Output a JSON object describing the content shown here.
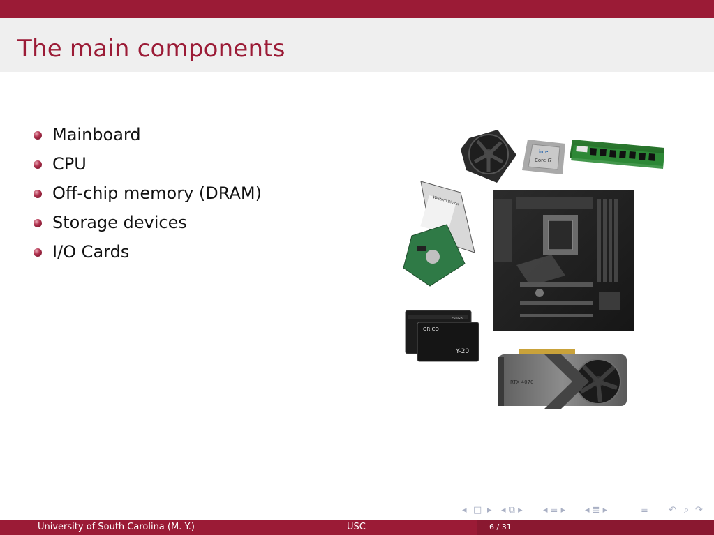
{
  "slide": {
    "title": "The main components",
    "bullets": [
      "Mainboard",
      "CPU",
      "Off-chip memory (DRAM)",
      "Storage devices",
      "I/O Cards"
    ]
  },
  "images": {
    "hdd_label": "Western Digital",
    "ssd_brand": "ORICO",
    "ssd_capacity": "256GB",
    "ssd_model": "Y-20",
    "gpu_label": "RTX 4070",
    "cpu_brand": "intel",
    "cpu_model": "Core i7"
  },
  "nav": {
    "icons": [
      "nav-prev-icon",
      "nav-frame-icon",
      "nav-next-icon",
      "nav-subsection-icon",
      "nav-section-icon",
      "nav-align-icon",
      "search-icon",
      "undo-icon"
    ]
  },
  "footer": {
    "author": "University of South Carolina  (M. Y.)",
    "institute": "USC",
    "page": "6 / 31"
  },
  "colors": {
    "accent": "#9b1b36",
    "title_bg": "#efefef",
    "nav": "#a9b0c4"
  }
}
